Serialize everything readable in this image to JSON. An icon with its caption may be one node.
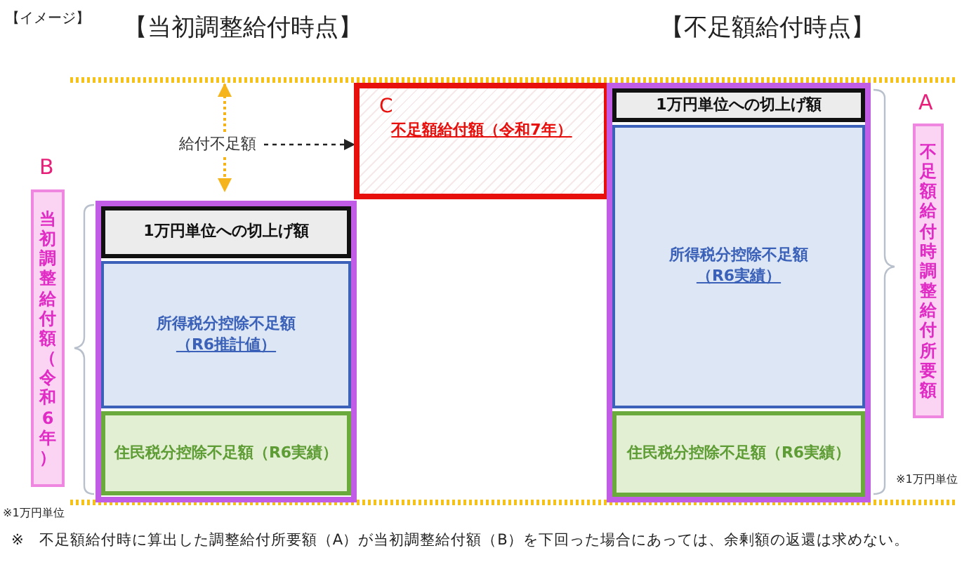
{
  "diagram": {
    "nodes": [
      {
        "text": [
          "当初調整給付額（令和6年）"
        ],
        "beside": [
          "B"
        ]
      },
      {
        "text": [],
        "shape": "box"
      },
      {
        "text": [
          "1万円単位への切上げ額"
        ],
        "in": 1
      },
      {
        "text": [
          "所得税分控除不足額",
          "（R6推計値）"
        ],
        "in": 1
      },
      {
        "text": [
          "住民税分控除不足額（R6実績）"
        ],
        "in": 1
      },
      {
        "text": [
          "給付不足額"
        ]
      },
      {
        "text": [
          "C",
          "不足額給付額（令和7年）"
        ]
      },
      {
        "text": [],
        "shape": "box"
      },
      {
        "text": [
          "1万円単位への切上げ額"
        ],
        "in": 7
      },
      {
        "text": [
          "所得税分控除不足額",
          "（R6実績）"
        ],
        "in": 7
      },
      {
        "text": [
          "住民税分控除不足額（R6実績）"
        ],
        "in": 7
      },
      {
        "text": [
          "不足額給付時調整給付所要額"
        ],
        "beside": [
          "A"
        ]
      }
    ],
    "edges": [
      {
        "from": 5,
        "to": 6,
        "arrow": "to",
        "style": "dashed"
      }
    ],
    "labels": [
      "【イメージ】",
      "【当初調整給付時点】",
      "【不足額給付時点】",
      "※1万円単位",
      "※1万円単位",
      "※　不足額給付時に算出した調整給付所要額（A）が当初調整給付額（B）を下回った場合にあっては、余剰額の返還は求めない。"
    ]
  }
}
